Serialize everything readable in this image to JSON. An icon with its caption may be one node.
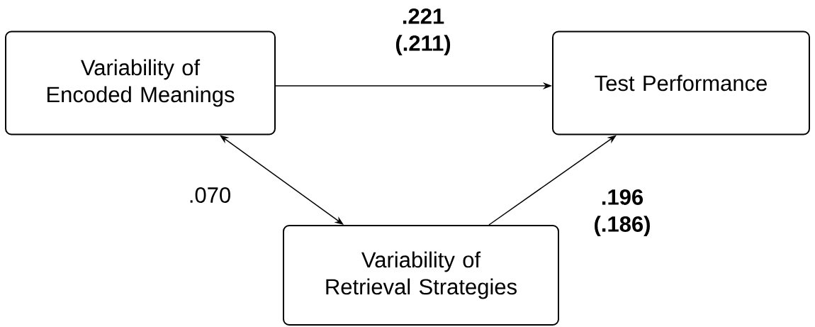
{
  "diagram": {
    "nodes": [
      {
        "text": [
          "Variability of Encoded Meanings"
        ]
      },
      {
        "text": [
          "Test Performance"
        ]
      },
      {
        "text": [
          "Variability of Retrieval Strategies"
        ]
      }
    ],
    "edges": [
      {
        "from": 0,
        "to": 1,
        "arrow": "to",
        "label": ".221 (.211)"
      },
      {
        "from": 0,
        "to": 2,
        "arrow": "both",
        "label": ".070"
      },
      {
        "from": 2,
        "to": 1,
        "arrow": "to",
        "label": ".196 (.186)"
      }
    ]
  }
}
